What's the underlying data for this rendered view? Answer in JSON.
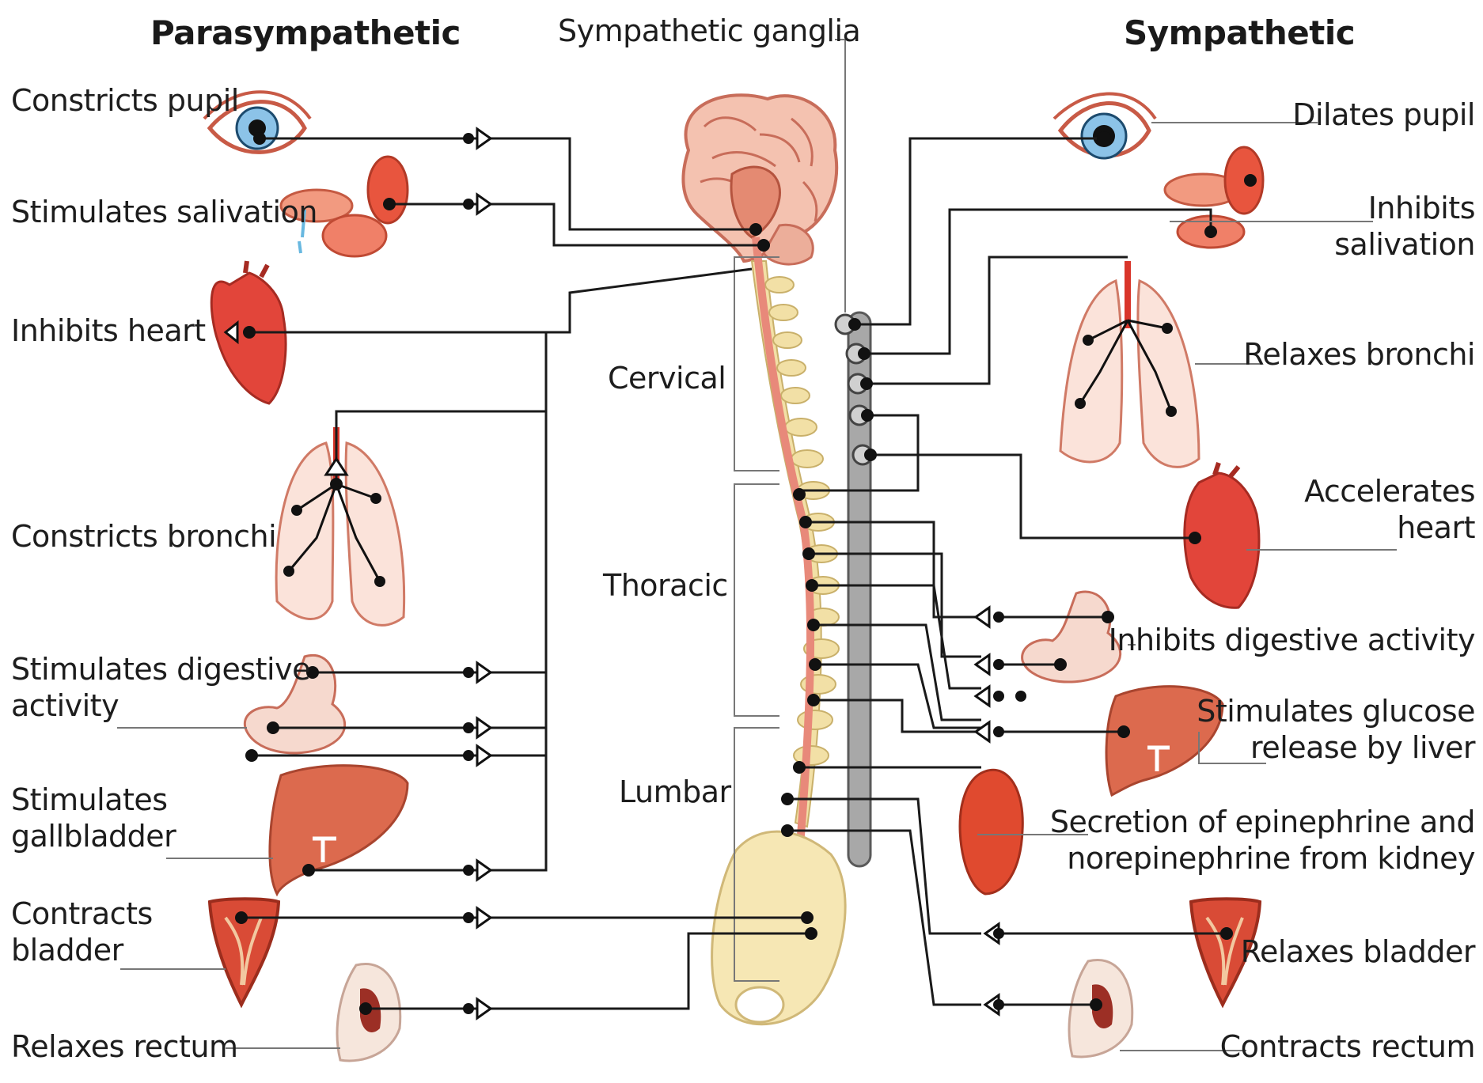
{
  "headers": {
    "parasympathetic": "Parasympathetic",
    "sympathetic": "Sympathetic",
    "ganglia": "Sympathetic ganglia"
  },
  "spine_regions": {
    "cervical": "Cervical",
    "thoracic": "Thoracic",
    "lumbar": "Lumbar"
  },
  "parasympathetic_effects": [
    {
      "organ": "eye",
      "label": "Constricts pupil"
    },
    {
      "organ": "salivary-glands",
      "label": "Stimulates salivation"
    },
    {
      "organ": "heart",
      "label": "Inhibits heart"
    },
    {
      "organ": "lungs",
      "label": "Constricts bronchi"
    },
    {
      "organ": "stomach",
      "line1": "Stimulates digestive",
      "line2": "activity"
    },
    {
      "organ": "liver-gallbladder",
      "line1": "Stimulates",
      "line2": "gallbladder"
    },
    {
      "organ": "bladder",
      "line1": "Contracts",
      "line2": "bladder"
    },
    {
      "organ": "rectum",
      "label": "Relaxes rectum"
    }
  ],
  "sympathetic_effects": [
    {
      "organ": "eye",
      "label": "Dilates pupil"
    },
    {
      "organ": "salivary-glands",
      "line1": "Inhibits",
      "line2": "salivation"
    },
    {
      "organ": "lungs",
      "label": "Relaxes bronchi"
    },
    {
      "organ": "heart",
      "line1": "Accelerates",
      "line2": "heart"
    },
    {
      "organ": "stomach",
      "label": "Inhibits digestive activity"
    },
    {
      "organ": "liver",
      "line1": "Stimulates glucose",
      "line2": "release by liver"
    },
    {
      "organ": "kidney-adrenal",
      "line1": "Secretion of epinephrine and",
      "line2": "norepinephrine from kidney"
    },
    {
      "organ": "bladder",
      "label": "Relaxes bladder"
    },
    {
      "organ": "rectum",
      "label": "Contracts rectum"
    }
  ],
  "colors": {
    "organ_red": "#d9352a",
    "organ_pink": "#f3c2ae",
    "organ_liver": "#d8644c",
    "brain": "#f2b9a6",
    "spine": "#f2e0a6",
    "ganglia": "#a5a5a5",
    "nerve": "#1a1a1a",
    "eye_iris": "#8cc3e8"
  }
}
